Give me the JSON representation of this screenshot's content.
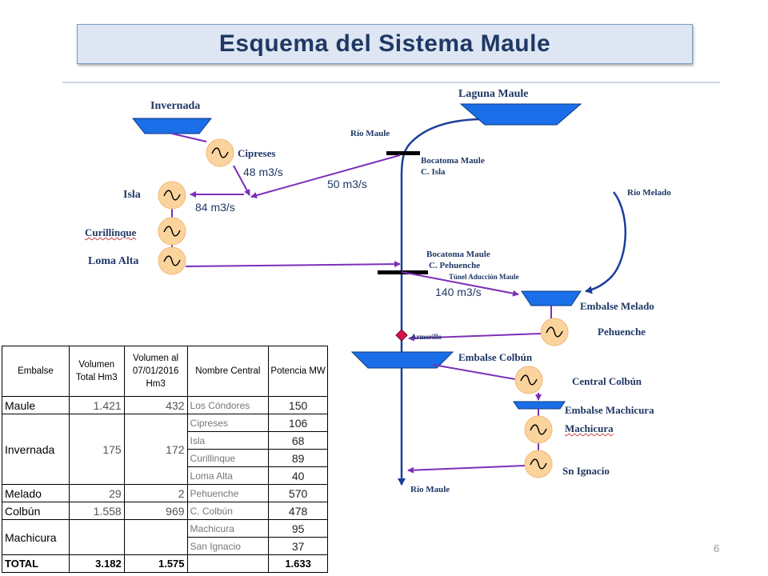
{
  "title": "Esquema del Sistema  Maule",
  "page_number": "6",
  "labels": {
    "invernada": "Invernada",
    "laguna_maule": "Laguna Maule",
    "rio_maule_top": "Río Maule",
    "cipreses": "Cipreses",
    "flow_48": "48 m3/s",
    "flow_50": "50 m3/s",
    "bocatoma_maule": "Bocatoma Maule",
    "c_isla": "C. Isla",
    "isla": "Isla",
    "flow_84": "84 m3/s",
    "rio_melado": "Río Melado",
    "curillinque": "Curillinque",
    "loma_alta": "Loma Alta",
    "bocatoma_maule_2": "Bocatoma Maule",
    "c_pehuenche": "C. Pehuenche",
    "tunel": "Túnel Aducción Maule",
    "flow_140": "140 m3/s",
    "embalse_melado": "Embalse Melado",
    "pehuenche": "Pehuenche",
    "armerillo": "Armerillo",
    "embalse_colbun": "Embalse Colbún",
    "central_colbun": "Central  Colbún",
    "embalse_machicura": "Embalse Machicura",
    "machicura": "Machicura",
    "sn_ignacio": "Sn Ignacio",
    "rio_maule_bottom": "Río Maule"
  },
  "table": {
    "headers": [
      "Embalse",
      "Volumen Total Hm3",
      "Volumen al 07/01/2016 Hm3",
      "Nombre Central",
      "Potencia MW"
    ],
    "rows": [
      {
        "embalse": "Maule",
        "total": "1.421",
        "actual": "432",
        "central": "Los Cóndores",
        "potencia": "150"
      },
      {
        "embalse": "Invernada",
        "total": "175",
        "actual": "172",
        "central": "Cipreses",
        "potencia": "106"
      },
      {
        "central": "Isla",
        "potencia": "68"
      },
      {
        "central": "Curillinque",
        "potencia": "89"
      },
      {
        "central": "Loma Alta",
        "potencia": "40"
      },
      {
        "embalse": "Melado",
        "total": "29",
        "actual": "2",
        "central": "Pehuenche",
        "potencia": "570"
      },
      {
        "embalse": "Colbún",
        "total": "1.558",
        "actual": "969",
        "central": "C. Colbún",
        "potencia": "478"
      },
      {
        "embalse": "Machicura",
        "total": "",
        "actual": "",
        "central": "Machicura",
        "potencia": "95"
      },
      {
        "central": "San Ignacio",
        "potencia": "37"
      }
    ],
    "total": {
      "label": "TOTAL",
      "total": "3.182",
      "actual": "1.575",
      "central": "",
      "potencia": "1.633"
    }
  },
  "colors": {
    "reservoir": "#1a6fe8",
    "river": "#1a3f9c",
    "flow_arrow": "#7b2fb8",
    "turbine": "#fbd39d",
    "armerillo": "#d6124c",
    "title_text": "#1f3864"
  },
  "icons": {
    "turbine": "generator-wave-icon",
    "reservoir": "reservoir-trapezoid-icon",
    "intake": "intake-bar-icon",
    "node": "diamond-node-icon"
  }
}
